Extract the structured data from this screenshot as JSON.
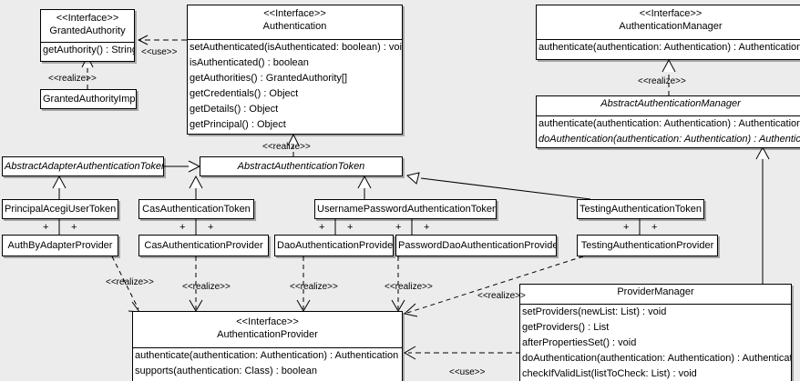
{
  "diagram": {
    "kind": "uml-class-diagram",
    "background_color": "#ececec",
    "box_fill": "#ffffff",
    "line_color": "#000000",
    "stereotype_interface": "<<Interface>>",
    "labels": {
      "use": "<<use>>",
      "realize": "<<realize>>",
      "association_end": "+"
    }
  },
  "classes": {
    "granted_authority": {
      "stereotype": "<<Interface>>",
      "name": "GrantedAuthority",
      "operations": [
        "getAuthority() : String"
      ]
    },
    "granted_authority_impl": {
      "name": "GrantedAuthorityImpl",
      "operations": []
    },
    "authentication": {
      "stereotype": "<<Interface>>",
      "name": "Authentication",
      "operations": [
        "setAuthenticated(isAuthenticated: boolean) : void",
        "isAuthenticated() : boolean",
        "getAuthorities() : GrantedAuthority[]",
        "getCredentials() : Object",
        "getDetails() : Object",
        "getPrincipal() : Object"
      ]
    },
    "authentication_manager": {
      "stereotype": "<<Interface>>",
      "name": "AuthenticationManager",
      "operations": [
        "authenticate(authentication: Authentication) : Authentication"
      ]
    },
    "abstract_authentication_manager": {
      "name": "AbstractAuthenticationManager",
      "abstract": true,
      "operations": [
        "authenticate(authentication: Authentication) : Authentication",
        "doAuthentication(authentication: Authentication) : Authentication"
      ],
      "abstract_operations": [
        "doAuthentication(authentication: Authentication) : Authentication"
      ]
    },
    "abstract_adapter_authentication_token": {
      "name": "AbstractAdapterAuthenticationToken",
      "abstract": true
    },
    "abstract_authentication_token": {
      "name": "AbstractAuthenticationToken",
      "abstract": true
    },
    "principal_acegi_user_token": {
      "name": "PrincipalAcegiUserToken"
    },
    "cas_authentication_token": {
      "name": "CasAuthenticationToken"
    },
    "username_password_authentication_token": {
      "name": "UsernamePasswordAuthenticationToken"
    },
    "testing_authentication_token": {
      "name": "TestingAuthenticationToken"
    },
    "auth_by_adapter_provider": {
      "name": "AuthByAdapterProvider"
    },
    "cas_authentication_provider": {
      "name": "CasAuthenticationProvider"
    },
    "dao_authentication_provider": {
      "name": "DaoAuthenticationProvider"
    },
    "password_dao_authentication_provider": {
      "name": "PasswordDaoAuthenticationProvider"
    },
    "testing_authentication_provider": {
      "name": "TestingAuthenticationProvider"
    },
    "authentication_provider": {
      "stereotype": "<<Interface>>",
      "name": "AuthenticationProvider",
      "operations": [
        "authenticate(authentication: Authentication) : Authentication",
        "supports(authentication: Class) : boolean"
      ]
    },
    "provider_manager": {
      "name": "ProviderManager",
      "operations": [
        "setProviders(newList: List) : void",
        "getProviders() : List",
        "afterPropertiesSet() : void",
        "doAuthentication(authentication: Authentication) : Authentication",
        "checkIfValidList(listToCheck: List) : void"
      ]
    }
  },
  "edge_labels": {
    "use_granted_authority": "<<use>>",
    "realize_granted_authority_impl": "<<realize>>",
    "realize_abstract_authentication_token": "<<realize>>",
    "realize_abstract_authentication_manager": "<<realize>>",
    "realize_auth_by_adapter_provider": "<<realize>>",
    "realize_cas_authentication_provider": "<<realize>>",
    "realize_dao_authentication_provider": "<<realize>>",
    "realize_password_dao_authentication_provider": "<<realize>>",
    "realize_testing_authentication_provider": "<<realize>>",
    "use_provider_manager": "<<use>>"
  },
  "association_marks": {
    "principal_acegi_user_token": [
      "+",
      "+"
    ],
    "cas_authentication_token": [
      "+",
      "+"
    ],
    "username_password_authentication_token": [
      "+",
      "+",
      "+",
      "+"
    ],
    "testing_authentication_token": [
      "+",
      "+"
    ]
  }
}
